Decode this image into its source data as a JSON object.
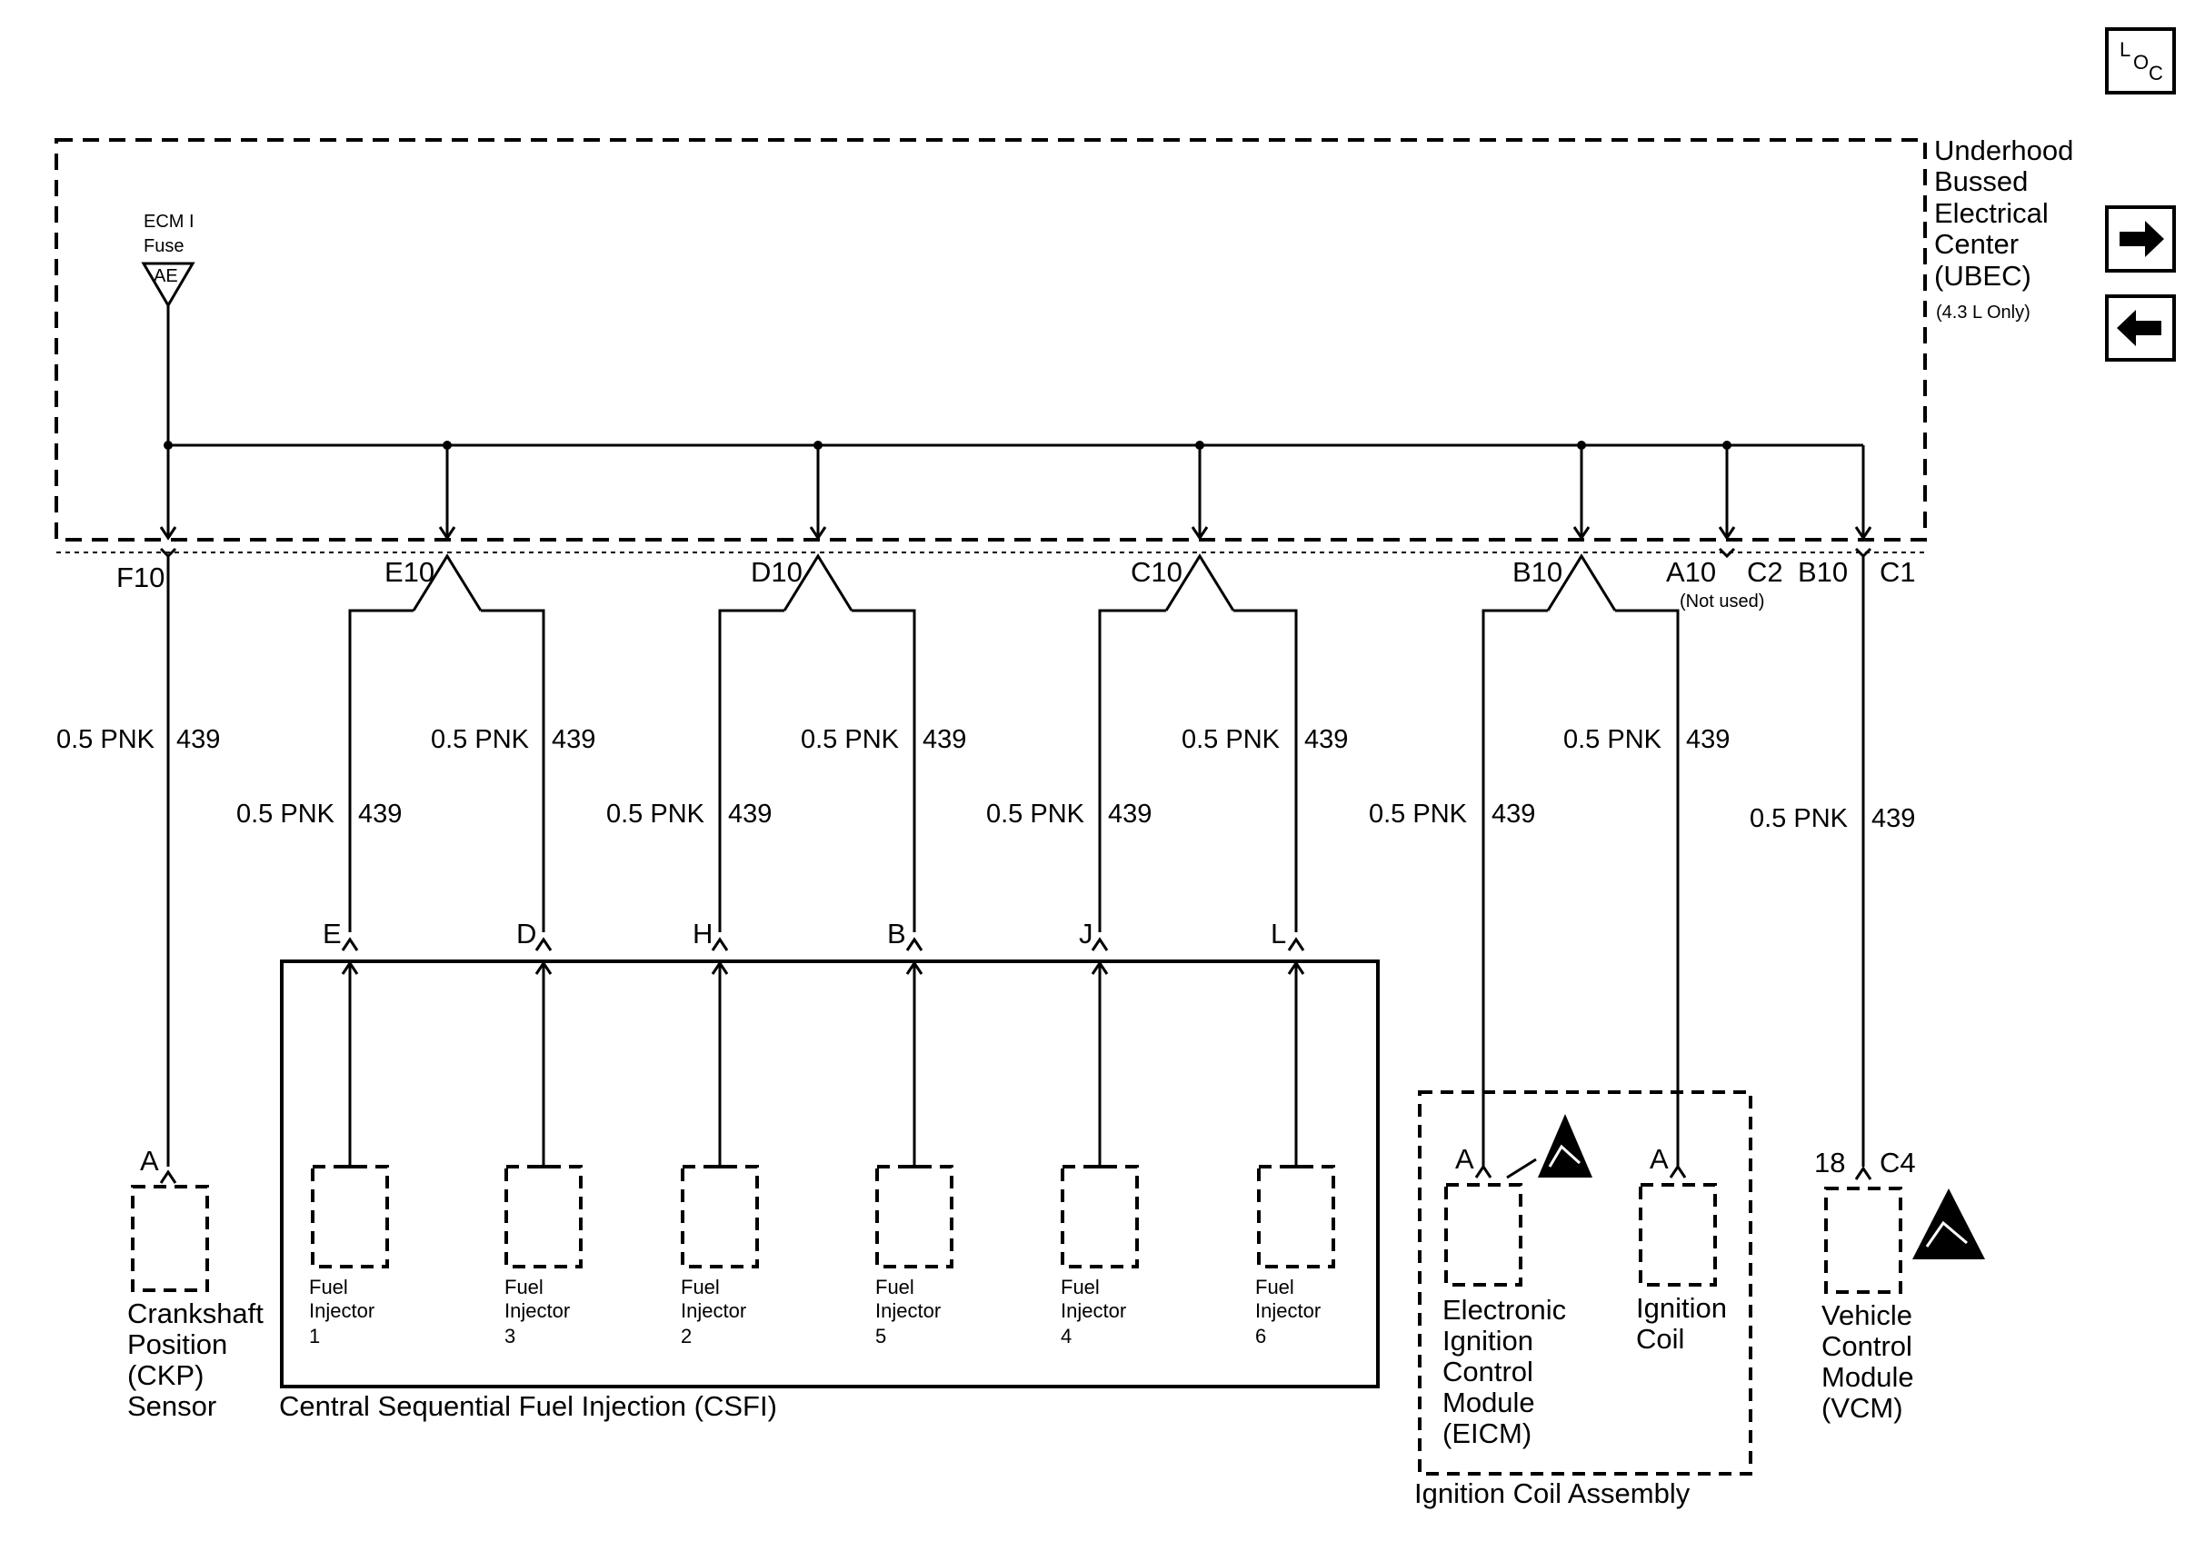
{
  "ubec": {
    "name_lines": [
      "Underhood",
      "Bussed",
      "Electrical",
      "Center",
      "(UBEC)"
    ],
    "note": "(4.3 L Only)"
  },
  "fuse": {
    "label_lines": [
      "ECM I",
      "Fuse"
    ],
    "code": "AE"
  },
  "terminals": {
    "f10": "F10",
    "e10": "E10",
    "d10": "D10",
    "c10": "C10",
    "b10_left": "B10",
    "a10": "A10",
    "c2": "C2",
    "not_used": "(Not used)",
    "b10_right": "B10",
    "c1": "C1"
  },
  "wires": {
    "f10": {
      "size": "0.5 PNK",
      "circuit": "439"
    },
    "inj1": {
      "size": "0.5 PNK",
      "circuit": "439"
    },
    "inj3": {
      "size": "0.5 PNK",
      "circuit": "439"
    },
    "inj2": {
      "size": "0.5 PNK",
      "circuit": "439"
    },
    "inj5": {
      "size": "0.5 PNK",
      "circuit": "439"
    },
    "inj4": {
      "size": "0.5 PNK",
      "circuit": "439"
    },
    "inj6": {
      "size": "0.5 PNK",
      "circuit": "439"
    },
    "eicm": {
      "size": "0.5 PNK",
      "circuit": "439"
    },
    "coil": {
      "size": "0.5 PNK",
      "circuit": "439"
    },
    "vcm": {
      "size": "0.5 PNK",
      "circuit": "439"
    }
  },
  "csfi": {
    "title": "Central Sequential Fuel Injection (CSFI)",
    "pins": [
      "E",
      "D",
      "H",
      "B",
      "J",
      "L"
    ],
    "injectors": [
      {
        "line1": "Fuel",
        "line2": "Injector",
        "num": "1"
      },
      {
        "line1": "Fuel",
        "line2": "Injector",
        "num": "3"
      },
      {
        "line1": "Fuel",
        "line2": "Injector",
        "num": "2"
      },
      {
        "line1": "Fuel",
        "line2": "Injector",
        "num": "5"
      },
      {
        "line1": "Fuel",
        "line2": "Injector",
        "num": "4"
      },
      {
        "line1": "Fuel",
        "line2": "Injector",
        "num": "6"
      }
    ]
  },
  "ckp": {
    "pin": "A",
    "name_lines": [
      "Crankshaft",
      "Position",
      "(CKP)",
      "Sensor"
    ]
  },
  "ignition_assembly": {
    "title": "Ignition Coil Assembly",
    "eicm_pin": "A",
    "eicm_lines": [
      "Electronic",
      "Ignition",
      "Control",
      "Module",
      "(EICM)"
    ],
    "coil_pin": "A",
    "coil_lines": [
      "Ignition",
      "Coil"
    ]
  },
  "vcm": {
    "pin": "18",
    "connector": "C4",
    "name_lines": [
      "Vehicle",
      "Control",
      "Module",
      "(VCM)"
    ]
  },
  "nav": {
    "loc_icon": "loc-icon",
    "next_icon": "arrow-right-icon",
    "prev_icon": "arrow-left-icon"
  }
}
